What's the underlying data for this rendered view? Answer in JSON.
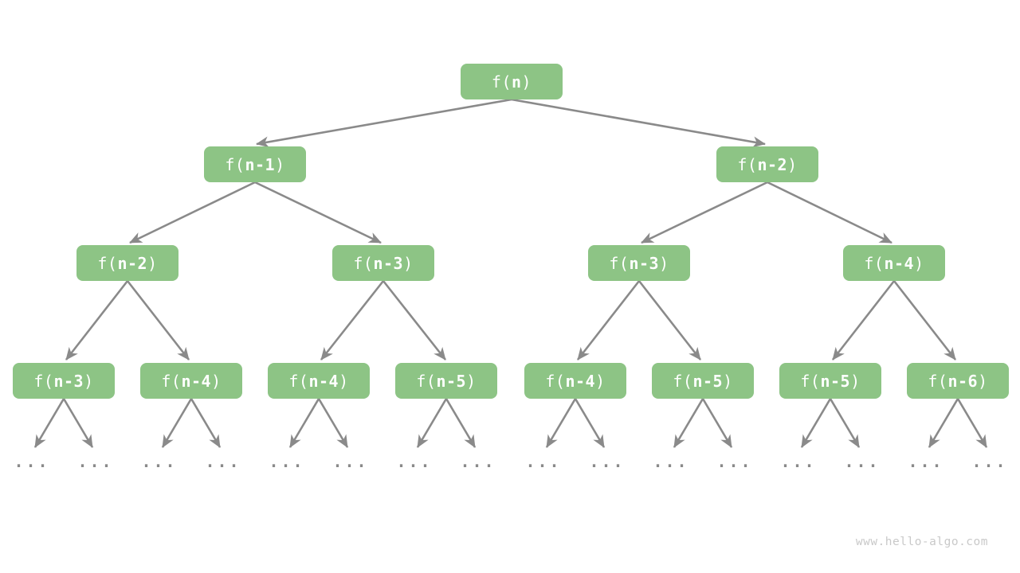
{
  "tree": {
    "ellipsis": "...",
    "levels": [
      {
        "nodes": [
          {
            "pre": "f(",
            "arg": "n",
            "post": ")"
          }
        ]
      },
      {
        "nodes": [
          {
            "pre": "f(",
            "arg": "n-1",
            "post": ")"
          },
          {
            "pre": "f(",
            "arg": "n-2",
            "post": ")"
          }
        ]
      },
      {
        "nodes": [
          {
            "pre": "f(",
            "arg": "n-2",
            "post": ")"
          },
          {
            "pre": "f(",
            "arg": "n-3",
            "post": ")"
          },
          {
            "pre": "f(",
            "arg": "n-3",
            "post": ")"
          },
          {
            "pre": "f(",
            "arg": "n-4",
            "post": ")"
          }
        ]
      },
      {
        "nodes": [
          {
            "pre": "f(",
            "arg": "n-3",
            "post": ")"
          },
          {
            "pre": "f(",
            "arg": "n-4",
            "post": ")"
          },
          {
            "pre": "f(",
            "arg": "n-4",
            "post": ")"
          },
          {
            "pre": "f(",
            "arg": "n-5",
            "post": ")"
          },
          {
            "pre": "f(",
            "arg": "n-4",
            "post": ")"
          },
          {
            "pre": "f(",
            "arg": "n-5",
            "post": ")"
          },
          {
            "pre": "f(",
            "arg": "n-5",
            "post": ")"
          },
          {
            "pre": "f(",
            "arg": "n-6",
            "post": ")"
          }
        ]
      }
    ]
  },
  "watermark": "www.hello-algo.com",
  "colors": {
    "node_fill": "#8DC485",
    "node_text": "#FFFFFF",
    "arrow": "#8A8A8A",
    "ellipsis": "#8A8A8A",
    "watermark": "#C9C9C9",
    "background": "#FFFFFF"
  }
}
